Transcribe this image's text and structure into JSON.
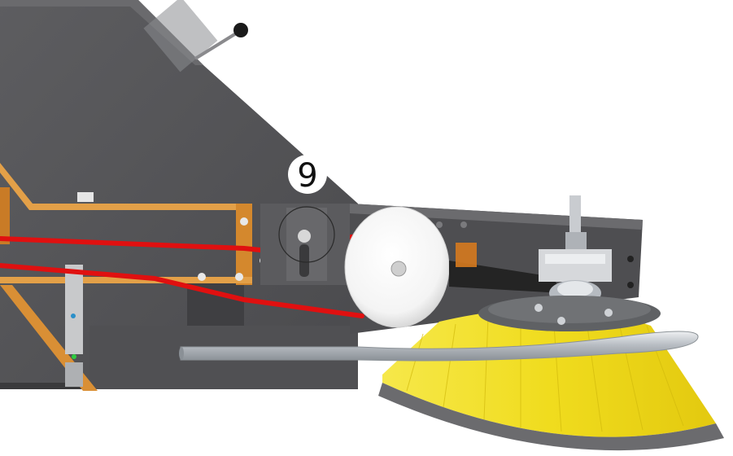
{
  "callout": {
    "label": "9"
  },
  "colors": {
    "housing": "#58585a",
    "housing_dark": "#3e3e40",
    "frame_orange": "#e09a3e",
    "belt_red": "#e01010",
    "brush_yellow": "#f2e126",
    "brush_base": "#6e6e70",
    "chrome": "#c7cbd0",
    "pulley_white": "#ffffff"
  },
  "parts": [
    "machine-housing",
    "orange-frame",
    "drive-belt",
    "idler-pulley",
    "brush-arm",
    "spindle-bracket",
    "sweeper-brush",
    "guard-rail",
    "adjustment-handle"
  ]
}
